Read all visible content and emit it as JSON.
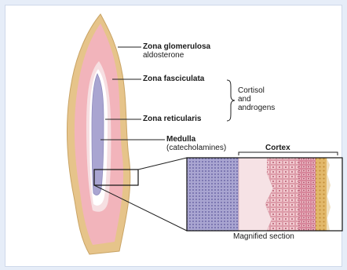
{
  "labels": {
    "glomerulosa": "Zona glomerulosa",
    "glomerulosa_hormone": "aldosterone",
    "fasciculata": "Zona fasciculata",
    "reticularis": "Zona reticularis",
    "cortisol_line1": "Cortisol",
    "cortisol_line2": "and",
    "cortisol_line3": "androgens",
    "medulla": "Medulla",
    "catecholamines": "(catecholamines)",
    "cortex": "Cortex",
    "magnified": "Magnified section"
  },
  "colors": {
    "capsule": "#e6c48a",
    "glomerulosa": "#f3b9bf",
    "fasciculata": "#f6dde0",
    "reticularis_band": "#ffffff",
    "medulla": "#a8a4cf",
    "background": "#e6edf8"
  }
}
